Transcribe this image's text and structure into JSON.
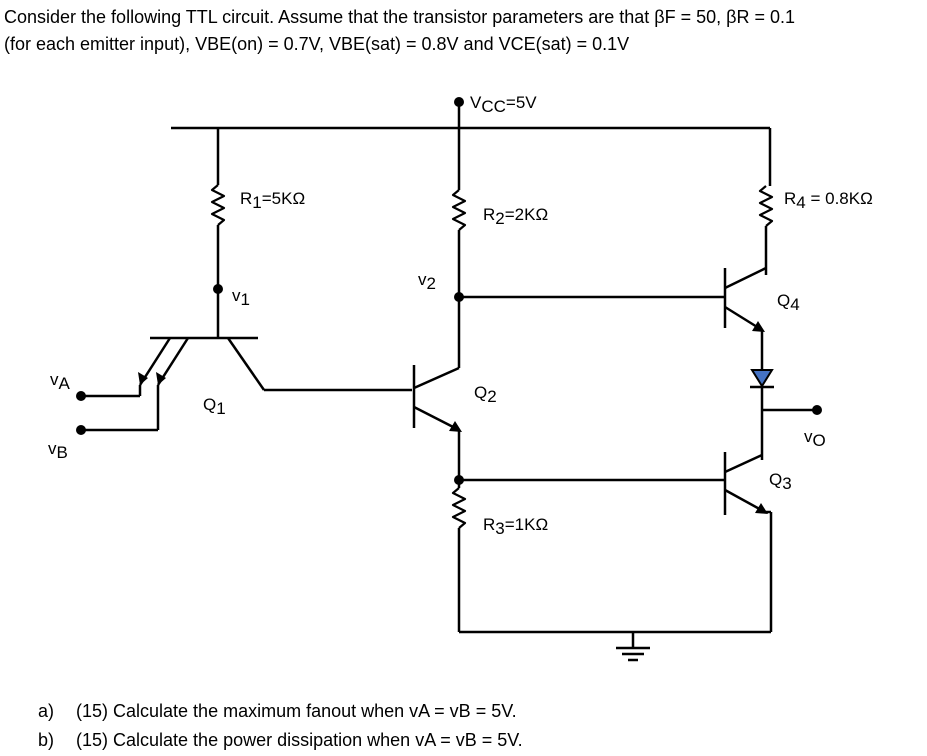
{
  "problem": {
    "intro_line1": "Consider the following TTL circuit. Assume that the transistor parameters are that βF = 50, βR = 0.1",
    "intro_line2": "(for each emitter input), VBE(on) = 0.7V, VBE(sat) = 0.8V and VCE(sat) = 0.1V"
  },
  "circuit": {
    "vcc": {
      "base": "V",
      "sub": "CC",
      "rest": "=5V"
    },
    "resistors": [
      {
        "base": "R",
        "sub": "1",
        "rest": "=5KΩ"
      },
      {
        "base": "R",
        "sub": "2",
        "rest": "=2KΩ"
      },
      {
        "base": "R",
        "sub": "3",
        "rest": "=1KΩ"
      },
      {
        "base": "R",
        "sub": "4",
        "rest": " = 0.8KΩ"
      }
    ],
    "nodes": [
      {
        "base": "v",
        "sub": "1"
      },
      {
        "base": "v",
        "sub": "2"
      }
    ],
    "transistors": [
      {
        "base": "Q",
        "sub": "1"
      },
      {
        "base": "Q",
        "sub": "2"
      },
      {
        "base": "Q",
        "sub": "3"
      },
      {
        "base": "Q",
        "sub": "4"
      }
    ],
    "inputs": [
      {
        "base": "v",
        "sub": "A"
      },
      {
        "base": "v",
        "sub": "B"
      }
    ],
    "output": {
      "base": "v",
      "sub": "O"
    }
  },
  "questions": [
    {
      "id": "a)",
      "text": "(15) Calculate the maximum fanout when vA = vB = 5V."
    },
    {
      "id": "b)",
      "text": "(15) Calculate the power dissipation when vA = vB = 5V."
    }
  ],
  "colors": {
    "wire": "#000000",
    "diode_fill": "#4472c4"
  }
}
